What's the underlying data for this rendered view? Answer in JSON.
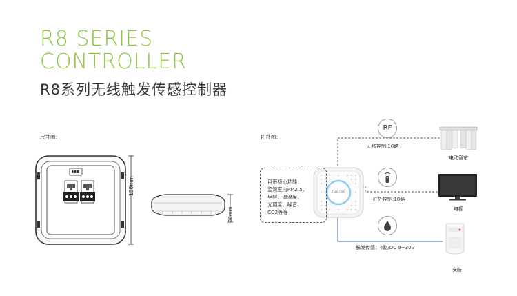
{
  "title": {
    "line1": "R8 SERIES",
    "line2": "CONTROLLER",
    "cn": "R8系列无线触发传感控制器"
  },
  "dimensions": {
    "label": "尺寸图:",
    "height_label": "138mm",
    "depth_label": "38mm"
  },
  "topology": {
    "label": "拓扑图:",
    "features": {
      "heading": "自带核心功能:",
      "lines": [
        "监测室内PM2.5、",
        "甲醛、温湿度、",
        "光照度、噪音、",
        "CO2等等"
      ]
    },
    "device_logo": "T&V C80",
    "links": {
      "rf": "无线控制:10路",
      "ir": "红外控制:10路",
      "trigger": "触发传感：4路/DC 9~30V"
    },
    "rf_icon": "RF",
    "targets": {
      "curtain": "电动窗帘",
      "tv": "电视",
      "security": "安防"
    }
  },
  "colors": {
    "accent": "#8dc63f",
    "line_blue": "#4a6fb3",
    "line_gray": "#555555"
  }
}
